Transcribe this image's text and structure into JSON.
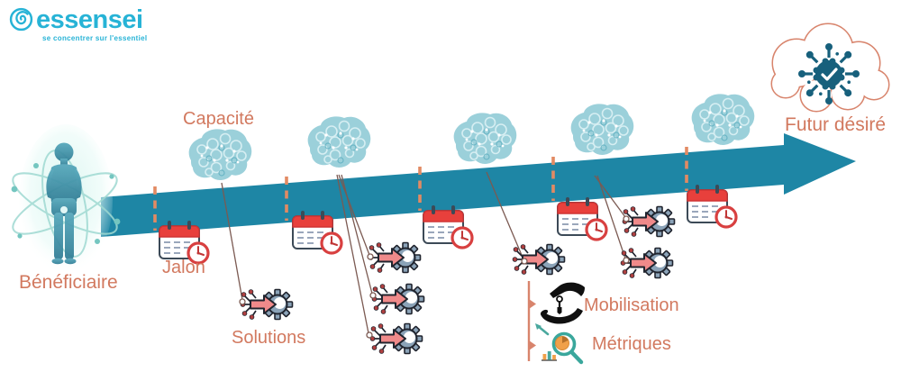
{
  "logo": {
    "brand": "essensei",
    "tagline": "se concentrer sur l'essentiel"
  },
  "labels": {
    "beneficiary": "Bénéficiaire",
    "capacity": "Capacité",
    "milestone": "Jalon",
    "solutions": "Solutions",
    "mobilization": "Mobilisation",
    "metrics": "Métriques",
    "desired_future": "Futur désiré"
  },
  "colors": {
    "brand_cyan": "#27b3d6",
    "timeline_teal": "#1e86a5",
    "accent_coral": "#d2795f",
    "marker_orange": "#e28a63",
    "calendar_red": "#e8403c",
    "gear_steel": "#8ba3b8",
    "arrow_salmon": "#f08a8a",
    "cloud_outline": "#d8846c",
    "hub_teal": "#17607c"
  },
  "icons": {
    "logo": "spiral-logo-icon",
    "beneficiary": "person-orbit-icon",
    "capacity": "brain-network-icon",
    "milestone": "calendar-clock-icon",
    "solution": "circuit-arrow-gear-icon",
    "mobilization": "hands-key-icon",
    "metrics": "magnifier-chart-icon",
    "desired_future": "cloud-network-check-icon"
  },
  "diagram": {
    "milestone_markers": 5,
    "capacity_brains": 5,
    "milestone_calendars": 5,
    "solution_icons": 7
  }
}
